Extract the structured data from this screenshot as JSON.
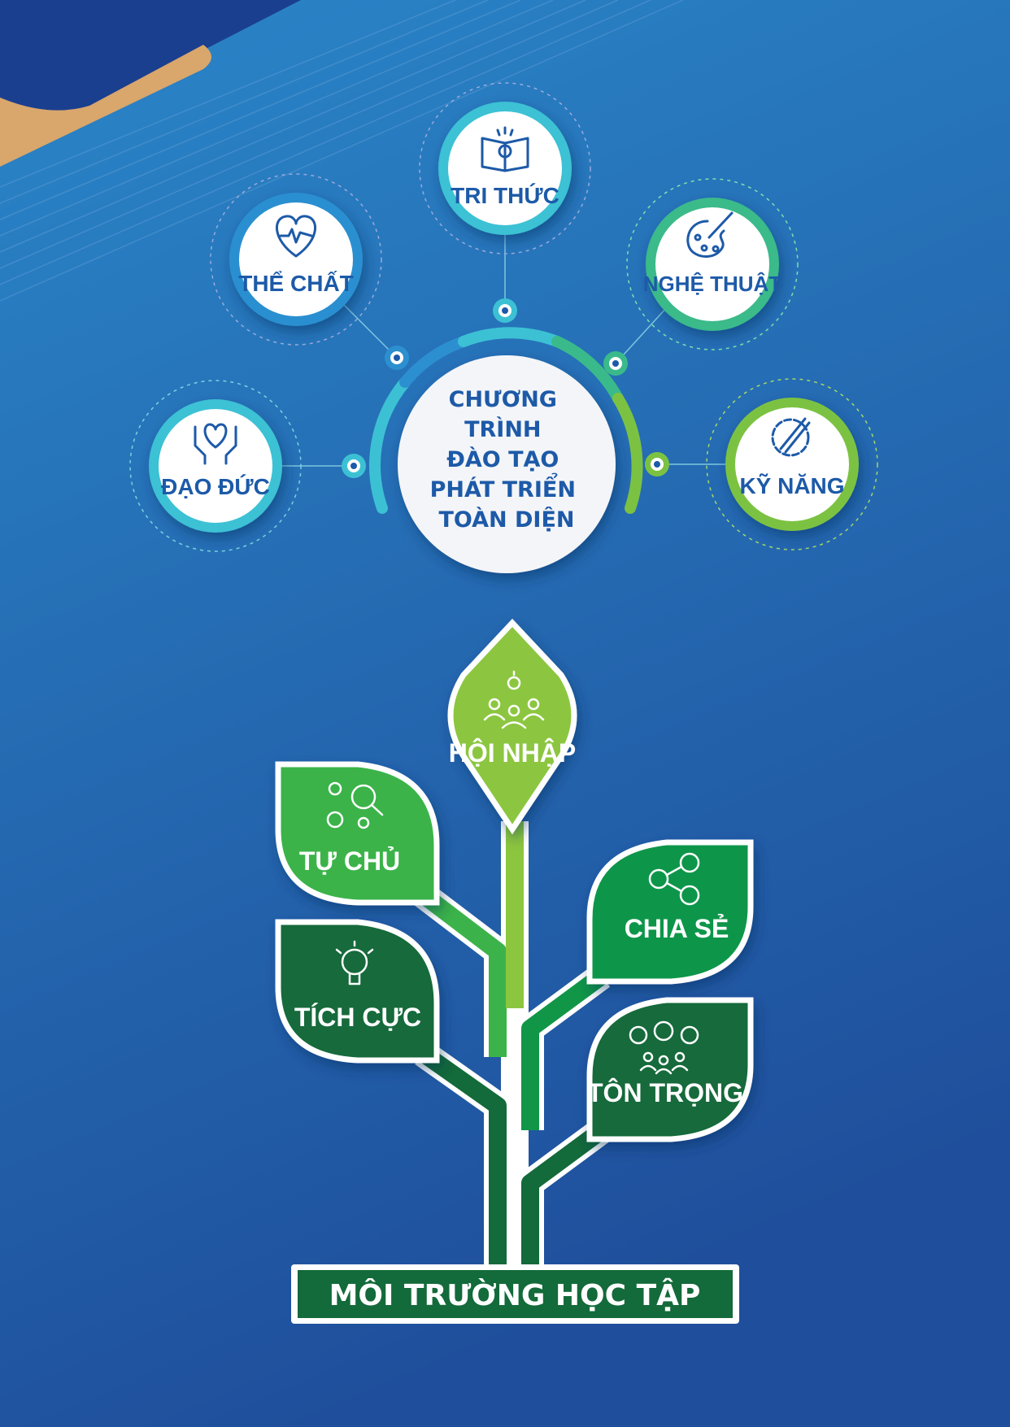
{
  "center": {
    "lines": [
      "CHƯƠNG",
      "TRÌNH",
      "ĐÀO TẠO",
      "PHÁT TRIỂN",
      "TOÀN DIỆN"
    ]
  },
  "nodes": {
    "tri_thuc": "TRI THỨC",
    "the_chat": "THỂ CHẤT",
    "nghe_thuat": "NGHỆ THUẬT",
    "dao_duc": "ĐẠO ĐỨC",
    "ky_nang": "KỸ NĂNG"
  },
  "tree": {
    "hoi_nhap": "HỘI NHẬP",
    "tu_chu": "TỰ CHỦ",
    "tich_cuc": "TÍCH CỰC",
    "chia_se": "CHIA SẺ",
    "ton_trong": "TÔN TRỌNG",
    "base": "MÔI TRƯỜNG HỌC TẬP"
  },
  "colors": {
    "bg_top": "#2a86c8",
    "bg_bottom": "#1f4f9c",
    "text_blue": "#1d5aa8",
    "light_green": "#8cc63f",
    "green": "#3bb34a",
    "mid_green": "#119648",
    "dark_green": "#136a3a"
  }
}
